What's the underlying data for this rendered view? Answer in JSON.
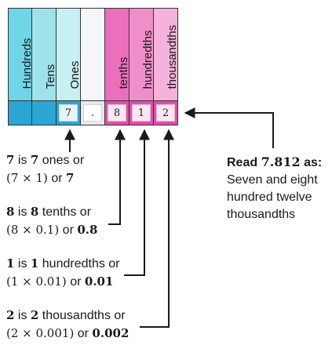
{
  "columns": [
    {
      "label": "Hundreds",
      "bg": "#6fd6e7",
      "cell_bg": "#2aa7d4",
      "digit": ""
    },
    {
      "label": "Tens",
      "bg": "#9ee3ea",
      "cell_bg": "#2aa7d4",
      "digit": ""
    },
    {
      "label": "Ones",
      "bg": "#c6f0f1",
      "cell_bg": "#2aa7d4",
      "digit": "7"
    },
    {
      "label": "",
      "bg": "#f6f6fa",
      "cell_bg": "#e8e8f0",
      "digit": "."
    },
    {
      "label": "tenths",
      "bg": "#ec6fbd",
      "cell_bg": "#e14fa8",
      "digit": "8"
    },
    {
      "label": "hundredths",
      "bg": "#ef8fca",
      "cell_bg": "#e14fa8",
      "digit": "1"
    },
    {
      "label": "thousandths",
      "bg": "#f4b3da",
      "cell_bg": "#e14fa8",
      "digit": "2"
    }
  ],
  "notes": [
    {
      "line1": {
        "num": "7",
        "text": " is ",
        "num2": "7",
        "text2": " ones or"
      },
      "line2": {
        "expr": "(7 × 1)",
        "text": " or ",
        "res": "7"
      }
    },
    {
      "line1": {
        "num": "8",
        "text": " is ",
        "num2": "8",
        "text2": " tenths or"
      },
      "line2": {
        "expr": "(8 × 0.1)",
        "text": " or ",
        "res": "0.8"
      }
    },
    {
      "line1": {
        "num": "1",
        "text": " is ",
        "num2": "1",
        "text2": " hundredths or"
      },
      "line2": {
        "expr": "(1 × 0.01)",
        "text": " or ",
        "res": "0.01"
      }
    },
    {
      "line1": {
        "num": "2",
        "text": " is ",
        "num2": "2",
        "text2": " thousandths or"
      },
      "line2": {
        "expr": "(2 × 0.001)",
        "text": " or ",
        "res": "0.002"
      }
    }
  ],
  "read": {
    "prefix": "Read ",
    "number": "7.812",
    "suffix": " as:",
    "lines": [
      "Seven and eight",
      "hundred twelve",
      "thousandths"
    ]
  }
}
